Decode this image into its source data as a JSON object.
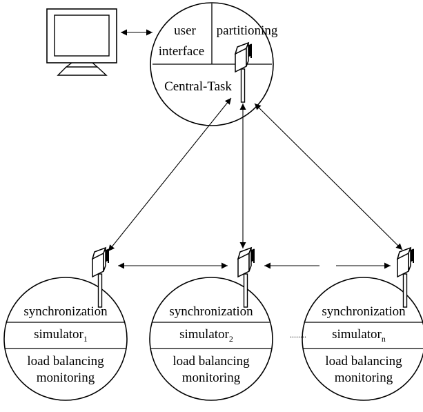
{
  "central_task": {
    "user_label_line1": "user",
    "user_label_line2": "interface",
    "partitioning_label": "partitioning",
    "name": "Central-Task"
  },
  "nodes": [
    {
      "sync": "synchronization",
      "simulator": "simulator",
      "sub": "1",
      "lb1": "load balancing",
      "lb2": "monitoring"
    },
    {
      "sync": "synchronization",
      "simulator": "simulator",
      "sub": "2",
      "lb1": "load balancing",
      "lb2": "monitoring"
    },
    {
      "sync": "synchronization",
      "simulator": "simulator",
      "sub": "n",
      "lb1": "load balancing",
      "lb2": "monitoring"
    }
  ],
  "ellipsis": "........",
  "icons": {
    "terminal": "monitor-icon",
    "mailbox": "mailbox-icon"
  }
}
